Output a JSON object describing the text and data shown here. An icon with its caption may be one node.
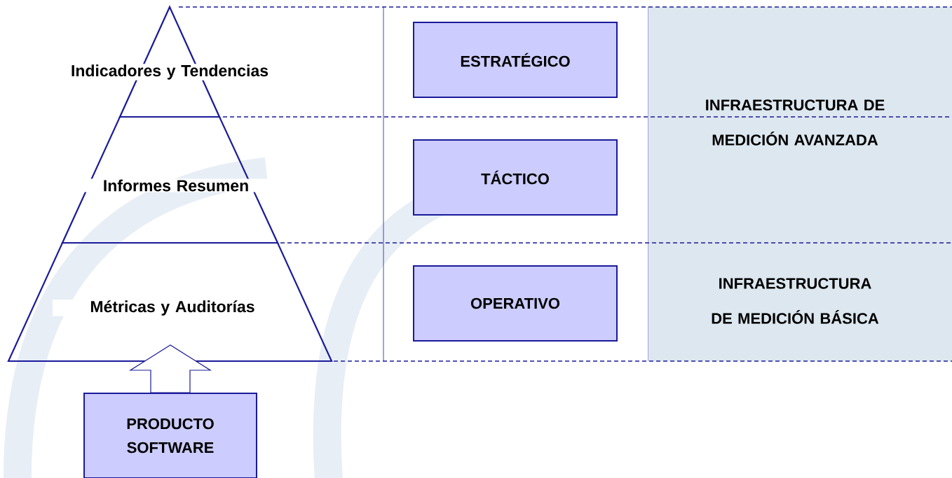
{
  "diagram": {
    "nodes": [
      {
        "text": [
          "Indicadores y Tendencias"
        ]
      },
      {
        "text": [
          "Informes Resumen"
        ]
      },
      {
        "text": [
          "Métricas y Auditorías"
        ]
      },
      {
        "text": [
          "ESTRATÉGICO"
        ]
      },
      {
        "text": [
          "TÁCTICO"
        ]
      },
      {
        "text": [
          "OPERATIVO"
        ]
      },
      {
        "text": [
          "INFRAESTRUCTURA DE MEDICIÓN AVANZADA"
        ]
      },
      {
        "text": [
          "INFRAESTRUCTURA DE MEDICIÓN BÁSICA"
        ]
      },
      {
        "text": [
          "PRODUCTO SOFTWARE"
        ]
      }
    ],
    "edges": [
      {
        "from": 8,
        "to": 2,
        "arrow": "to"
      }
    ]
  }
}
